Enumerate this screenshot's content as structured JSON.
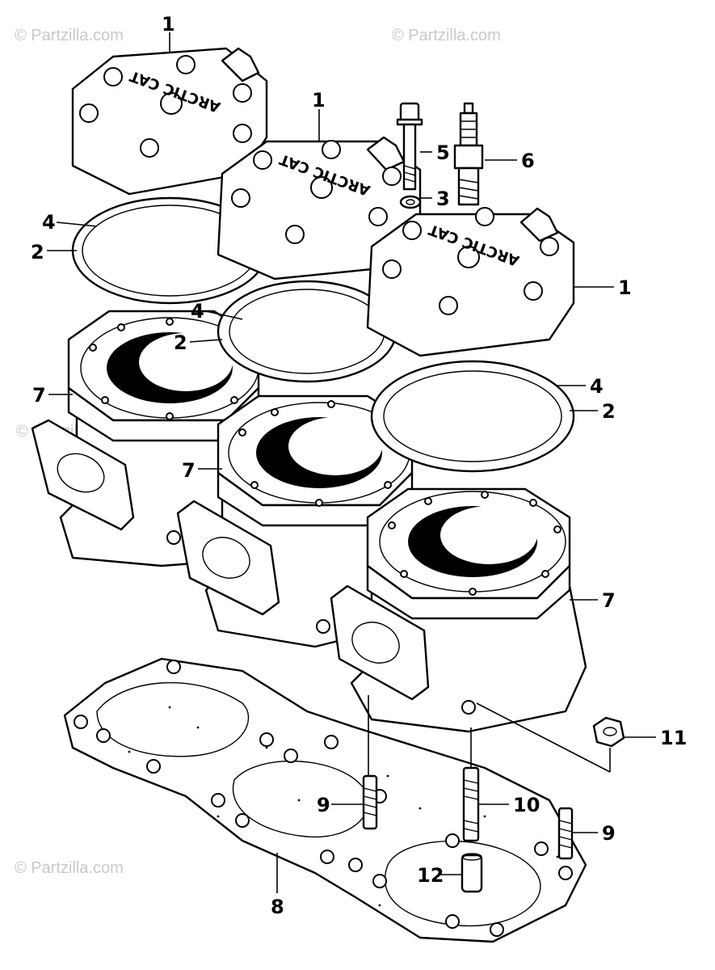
{
  "watermark": "© Partzilla.com",
  "callouts": {
    "head": "1",
    "head_gasket": "2",
    "washer": "3",
    "o_ring": "4",
    "bolt": "5",
    "spark_plug": "6",
    "cylinder": "7",
    "base_gasket": "8",
    "stud_short": "9",
    "stud_long": "10",
    "nut": "11",
    "dowel": "12"
  },
  "head_logo": "ARCTIC CAT"
}
